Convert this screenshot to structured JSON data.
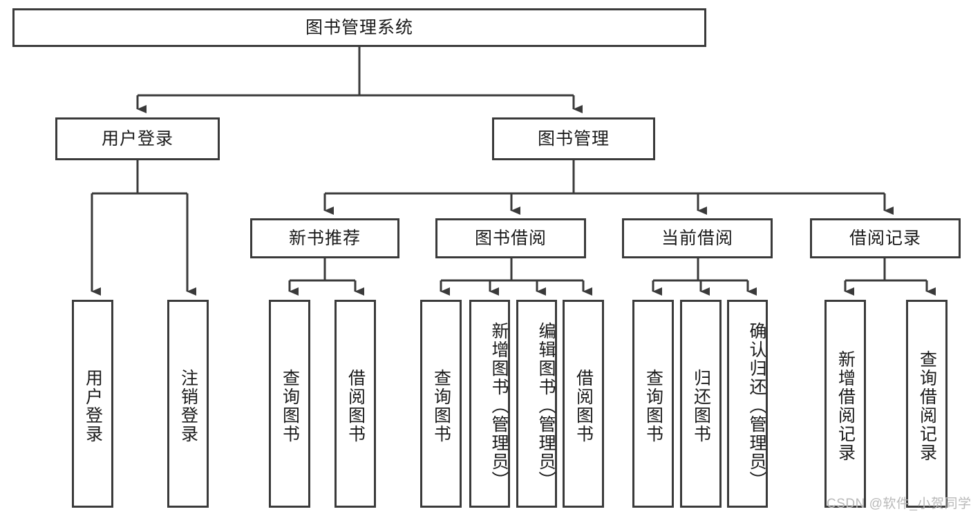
{
  "diagram": {
    "title": "图书管理系统",
    "type": "tree-hierarchy",
    "root": "图书管理系统",
    "level2": [
      {
        "id": "user-login",
        "label": "用户登录"
      },
      {
        "id": "book-manage",
        "label": "图书管理"
      }
    ],
    "level3": [
      {
        "id": "new-book-rec",
        "label": "新书推荐",
        "parent": "book-manage"
      },
      {
        "id": "book-borrow",
        "label": "图书借阅",
        "parent": "book-manage"
      },
      {
        "id": "current-borrow",
        "label": "当前借阅",
        "parent": "book-manage"
      },
      {
        "id": "borrow-record",
        "label": "借阅记录",
        "parent": "book-manage"
      }
    ],
    "leaves": [
      {
        "id": "leaf-user-login",
        "label": "用户登录",
        "parent": "user-login"
      },
      {
        "id": "leaf-logout",
        "label": "注销登录",
        "parent": "user-login"
      },
      {
        "id": "leaf-query-book-1",
        "label": "查询图书",
        "parent": "new-book-rec"
      },
      {
        "id": "leaf-borrow-book-1",
        "label": "借阅图书",
        "parent": "new-book-rec"
      },
      {
        "id": "leaf-query-book-2",
        "label": "查询图书",
        "parent": "book-borrow"
      },
      {
        "id": "leaf-add-book",
        "label": "新增图书（管理员）",
        "parent": "book-borrow"
      },
      {
        "id": "leaf-edit-book",
        "label": "编辑图书（管理员）",
        "parent": "book-borrow"
      },
      {
        "id": "leaf-borrow-book-2",
        "label": "借阅图书",
        "parent": "book-borrow"
      },
      {
        "id": "leaf-query-book-3",
        "label": "查询图书",
        "parent": "current-borrow"
      },
      {
        "id": "leaf-return-book",
        "label": "归还图书",
        "parent": "current-borrow"
      },
      {
        "id": "leaf-confirm-return",
        "label": "确认归还（管理员）",
        "parent": "current-borrow"
      },
      {
        "id": "leaf-add-record",
        "label": "新增借阅记录",
        "parent": "borrow-record"
      },
      {
        "id": "leaf-query-record",
        "label": "查询借阅记录",
        "parent": "borrow-record"
      }
    ]
  },
  "watermark": {
    "text": "CSDN @软件_小贺同学"
  },
  "colors": {
    "stroke": "#3a3a3a",
    "background": "#ffffff",
    "text": "#1a1a1a",
    "watermark": "#b9b9b9"
  }
}
